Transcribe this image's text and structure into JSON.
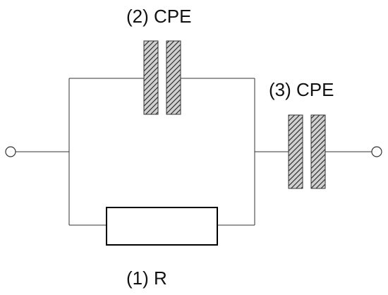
{
  "diagram": {
    "labels": {
      "cpe2": "(2) CPE",
      "cpe3": "(3) CPE",
      "r1": "(1) R"
    },
    "colors": {
      "line": "#333333",
      "hatch_stroke": "#000000",
      "hatch_fill": "#b3b3b3",
      "background": "#ffffff"
    }
  }
}
